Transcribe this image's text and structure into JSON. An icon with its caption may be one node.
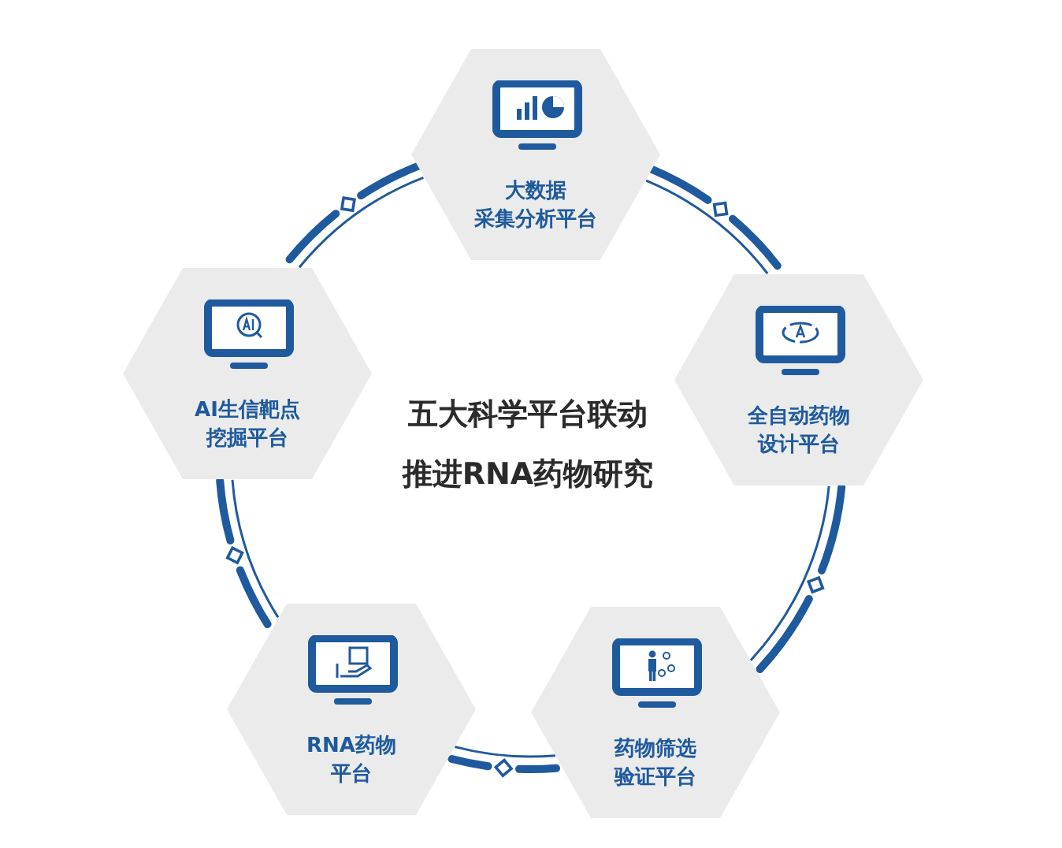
{
  "diagram": {
    "nodes": [
      {
        "text": [
          "大数据采集分析平台"
        ]
      },
      {
        "text": [
          "AI生信靶点挖掘平台"
        ]
      },
      {
        "text": [
          "全自动药物设计平台"
        ]
      },
      {
        "text": [
          "RNA药物平台"
        ]
      },
      {
        "text": [
          "药物筛选验证平台"
        ]
      }
    ],
    "edges": [
      {
        "from": 0,
        "to": 2,
        "arrow": "none"
      },
      {
        "from": 2,
        "to": 4,
        "arrow": "none"
      },
      {
        "from": 4,
        "to": 3,
        "arrow": "none"
      },
      {
        "from": 3,
        "to": 1,
        "arrow": "none"
      },
      {
        "from": 1,
        "to": 0,
        "arrow": "none"
      }
    ],
    "labels": [
      "五大科学平台联动",
      "推进RNA药物研究"
    ]
  }
}
